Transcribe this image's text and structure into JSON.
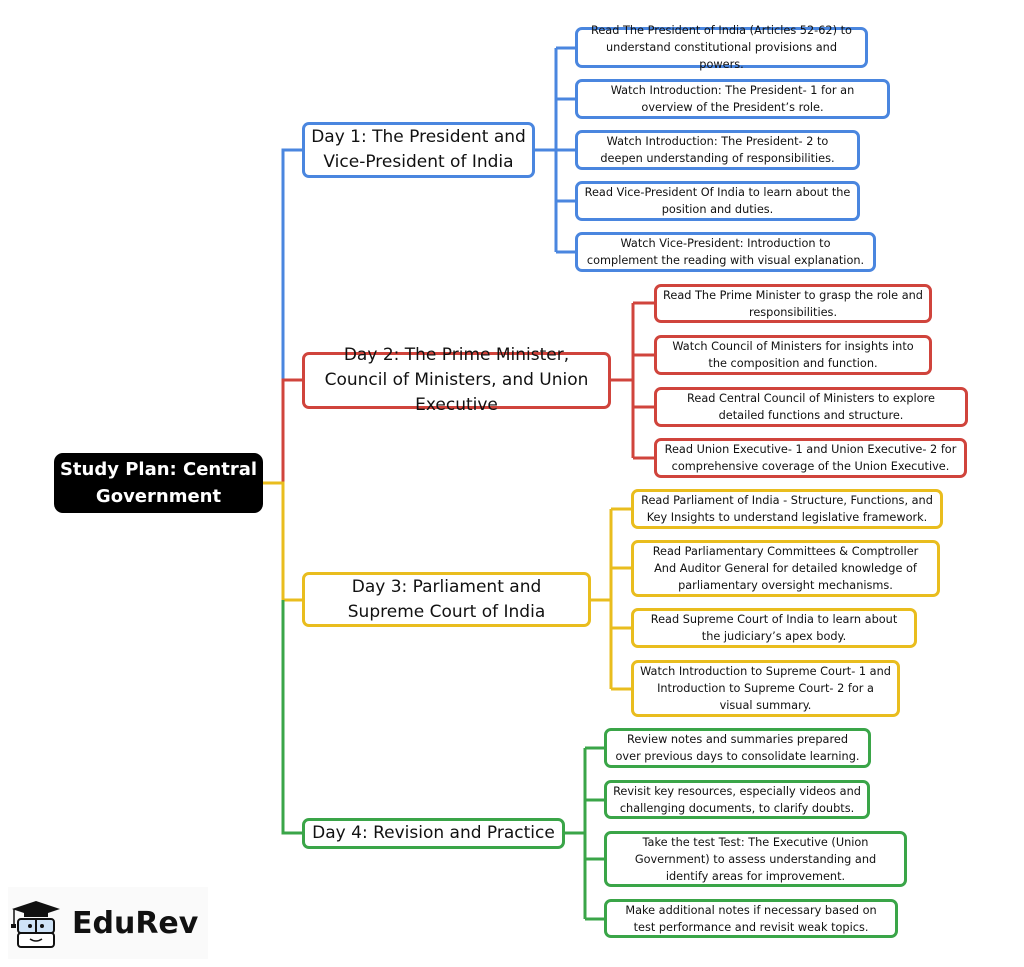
{
  "root": {
    "title": "Study Plan: Central Government"
  },
  "colors": {
    "day1": "#4a86df",
    "day2": "#d0443c",
    "day3": "#e9bd1e",
    "day4": "#3aa548"
  },
  "days": [
    {
      "title": "Day 1: The President and Vice-President of India",
      "items": [
        "Read The President of India (Articles 52-62) to understand constitutional provisions and powers.",
        "Watch Introduction: The President- 1 for an overview of the President’s role.",
        "Watch Introduction: The President- 2 to deepen understanding of responsibilities.",
        "Read Vice-President Of India to learn about the position and duties.",
        "Watch Vice-President: Introduction to complement the reading with visual explanation."
      ]
    },
    {
      "title": "Day 2: The Prime Minister, Council of Ministers, and Union Executive",
      "items": [
        "Read The Prime Minister to grasp the role and responsibilities.",
        "Watch Council of Ministers for insights into the composition and function.",
        "Read Central Council of Ministers to explore detailed functions and structure.",
        "Read Union Executive- 1 and Union Executive- 2 for comprehensive coverage of the Union Executive."
      ]
    },
    {
      "title": "Day 3: Parliament and Supreme Court of India",
      "items": [
        "Read Parliament of India - Structure, Functions, and Key Insights to understand legislative framework.",
        "Read Parliamentary Committees & Comptroller And Auditor General for detailed knowledge of parliamentary oversight mechanisms.",
        "Read Supreme Court of India to learn about the judiciary’s apex body.",
        "Watch Introduction to Supreme Court- 1 and Introduction to Supreme Court- 2 for a visual summary."
      ]
    },
    {
      "title": "Day 4: Revision and Practice",
      "items": [
        "Review notes and summaries prepared over previous days to consolidate learning.",
        "Revisit key resources, especially videos and challenging documents, to clarify doubts.",
        "Take the test Test: The Executive (Union Government) to assess understanding and identify areas for improvement.",
        "Make additional notes if necessary based on test performance and revisit weak topics."
      ]
    }
  ],
  "logo": {
    "text": "EduRev"
  }
}
